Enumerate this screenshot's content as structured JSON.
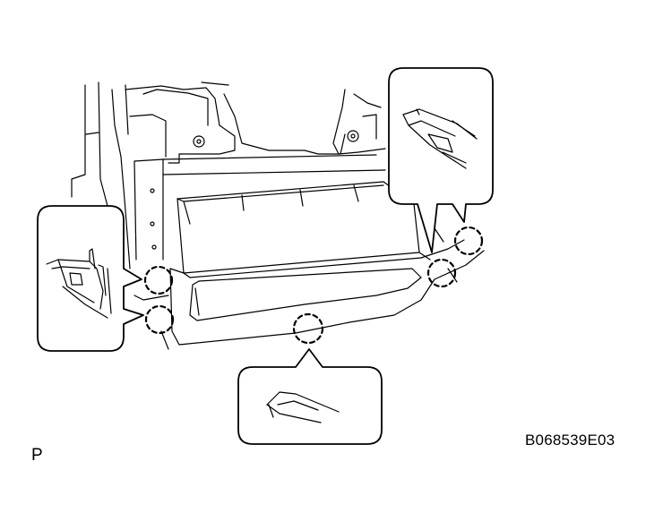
{
  "figure": {
    "code": "B068539E03",
    "page_letter": "P"
  },
  "colors": {
    "line": "#000000",
    "background": "#ffffff"
  },
  "callouts": [
    {
      "id": "left",
      "name": "left-clip-callout"
    },
    {
      "id": "top-right",
      "name": "top-right-clip-callout"
    },
    {
      "id": "bottom",
      "name": "bottom-clip-callout"
    }
  ]
}
